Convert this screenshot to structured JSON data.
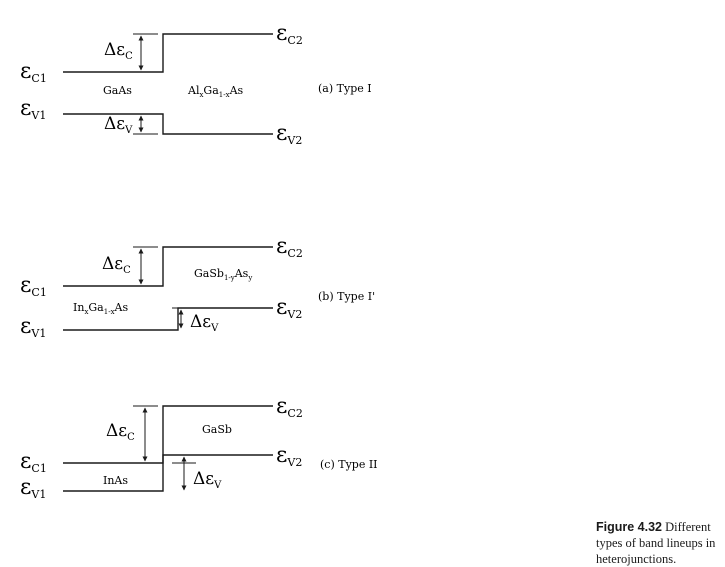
{
  "panels": [
    {
      "label": "(a) Type I",
      "ec1": "ε",
      "ec1_sub": "C1",
      "ev1": "ε",
      "ev1_sub": "V1",
      "ec2": "ε",
      "ec2_sub": "C2",
      "ev2": "ε",
      "ev2_sub": "V2",
      "dec": "Δε",
      "dec_sub": "C",
      "dev": "Δε",
      "dev_sub": "V",
      "mat_left": "GaAs",
      "mat_right_a": "Al",
      "mat_right_a_sub": "x",
      "mat_right_b": "Ga",
      "mat_right_b_sub": "1-x",
      "mat_right_c": "As"
    },
    {
      "label": "(b) Type I'",
      "ec1": "ε",
      "ec1_sub": "C1",
      "ev1": "ε",
      "ev1_sub": "V1",
      "ec2": "ε",
      "ec2_sub": "C2",
      "ev2": "ε",
      "ev2_sub": "V2",
      "dec": "Δε",
      "dec_sub": "C",
      "dev": "Δε",
      "dev_sub": "V",
      "mat_left_a": "In",
      "mat_left_a_sub": "x",
      "mat_left_b": "Ga",
      "mat_left_b_sub": "1-x",
      "mat_left_c": "As",
      "mat_right_a": "GaSb",
      "mat_right_a_sub": "1-y",
      "mat_right_b": "As",
      "mat_right_b_sub": "y"
    },
    {
      "label": "(c) Type II",
      "ec1": "ε",
      "ec1_sub": "C1",
      "ev1": "ε",
      "ev1_sub": "V1",
      "ec2": "ε",
      "ec2_sub": "C2",
      "ev2": "ε",
      "ev2_sub": "V2",
      "dec": "Δε",
      "dec_sub": "C",
      "dev": "Δε",
      "dev_sub": "V",
      "mat_left": "InAs",
      "mat_right": "GaSb"
    }
  ],
  "caption": {
    "number": "Figure 4.32",
    "text": "Different types of band lineups in heterojunctions."
  }
}
